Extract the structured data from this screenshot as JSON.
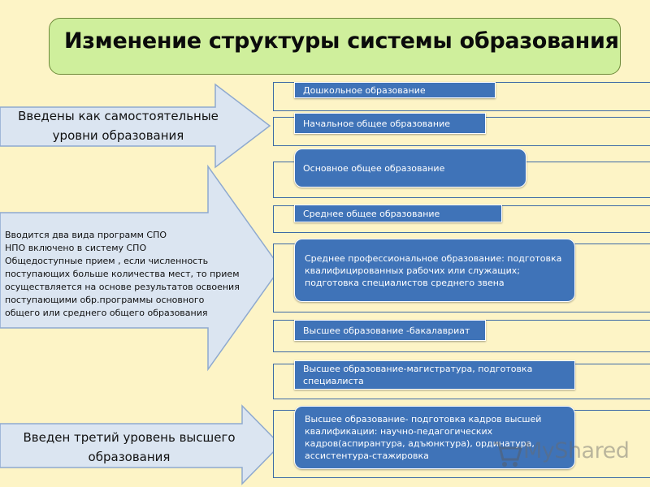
{
  "title": "Изменение структуры системы образования",
  "arrows": [
    {
      "text": "Введены как самостоятельные уровни образования"
    },
    {
      "lines": [
        "Вводится два вида программ СПО",
        "НПО включено в систему СПО",
        "Общедоступные прием , если численность",
        "поступающих больше количества мест, то прием",
        "осуществляется на основе результатов освоения",
        "поступающими обр.программы основного",
        "общего или среднего общего образования"
      ]
    },
    {
      "text": "Введен третий уровень высшего образования"
    }
  ],
  "levels": [
    "Дошкольное образование",
    "Начальное общее образование",
    "Основное общее образование",
    "Среднее общее образование",
    "Среднее профессиональное образование: подготовка квалифицированных рабочих или служащих; подготовка специалистов среднего звена",
    "Высшее образование -бакалавриат",
    "Высшее образование-магистратура, подготовка специалиста",
    "Высшее образование- подготовка кадров высшей квалификации: научно-педагогических кадров(аспирантура, адъюнктура), ординатура, ассистентура-стажировка"
  ],
  "watermark": "MyShared",
  "colors": {
    "background": "#fdf4c6",
    "title_fill": "#cfef9c",
    "arrow_fill": "#dbe5f1",
    "level_fill": "#3f73b8"
  }
}
